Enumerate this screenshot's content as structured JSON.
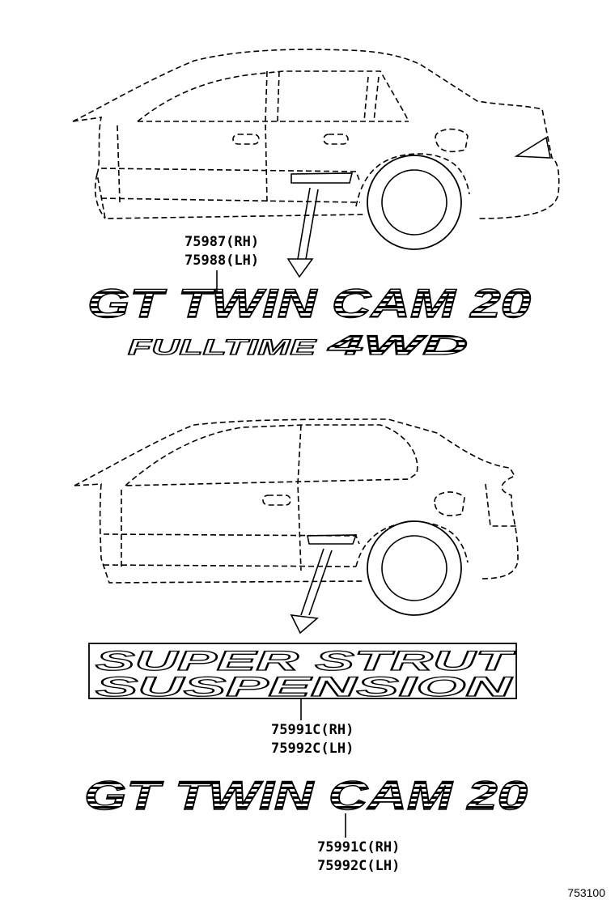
{
  "figure_number": "753100",
  "sedan": {
    "callout_rh": "75987(RH)",
    "callout_lh": "75988(LH)",
    "emblem_main": "GT TWIN CAM 20",
    "emblem_sub_left": "FULLTIME",
    "emblem_sub_right": "4WD"
  },
  "hatchback": {
    "plate_line1": "SUPER STRUT",
    "plate_line2": "SUSPENSION",
    "plate_callout_rh": "75991C(RH)",
    "plate_callout_lh": "75992C(LH)",
    "emblem_main": "GT TWIN CAM 20",
    "emblem_callout_rh": "75991C(RH)",
    "emblem_callout_lh": "75992C(LH)"
  }
}
